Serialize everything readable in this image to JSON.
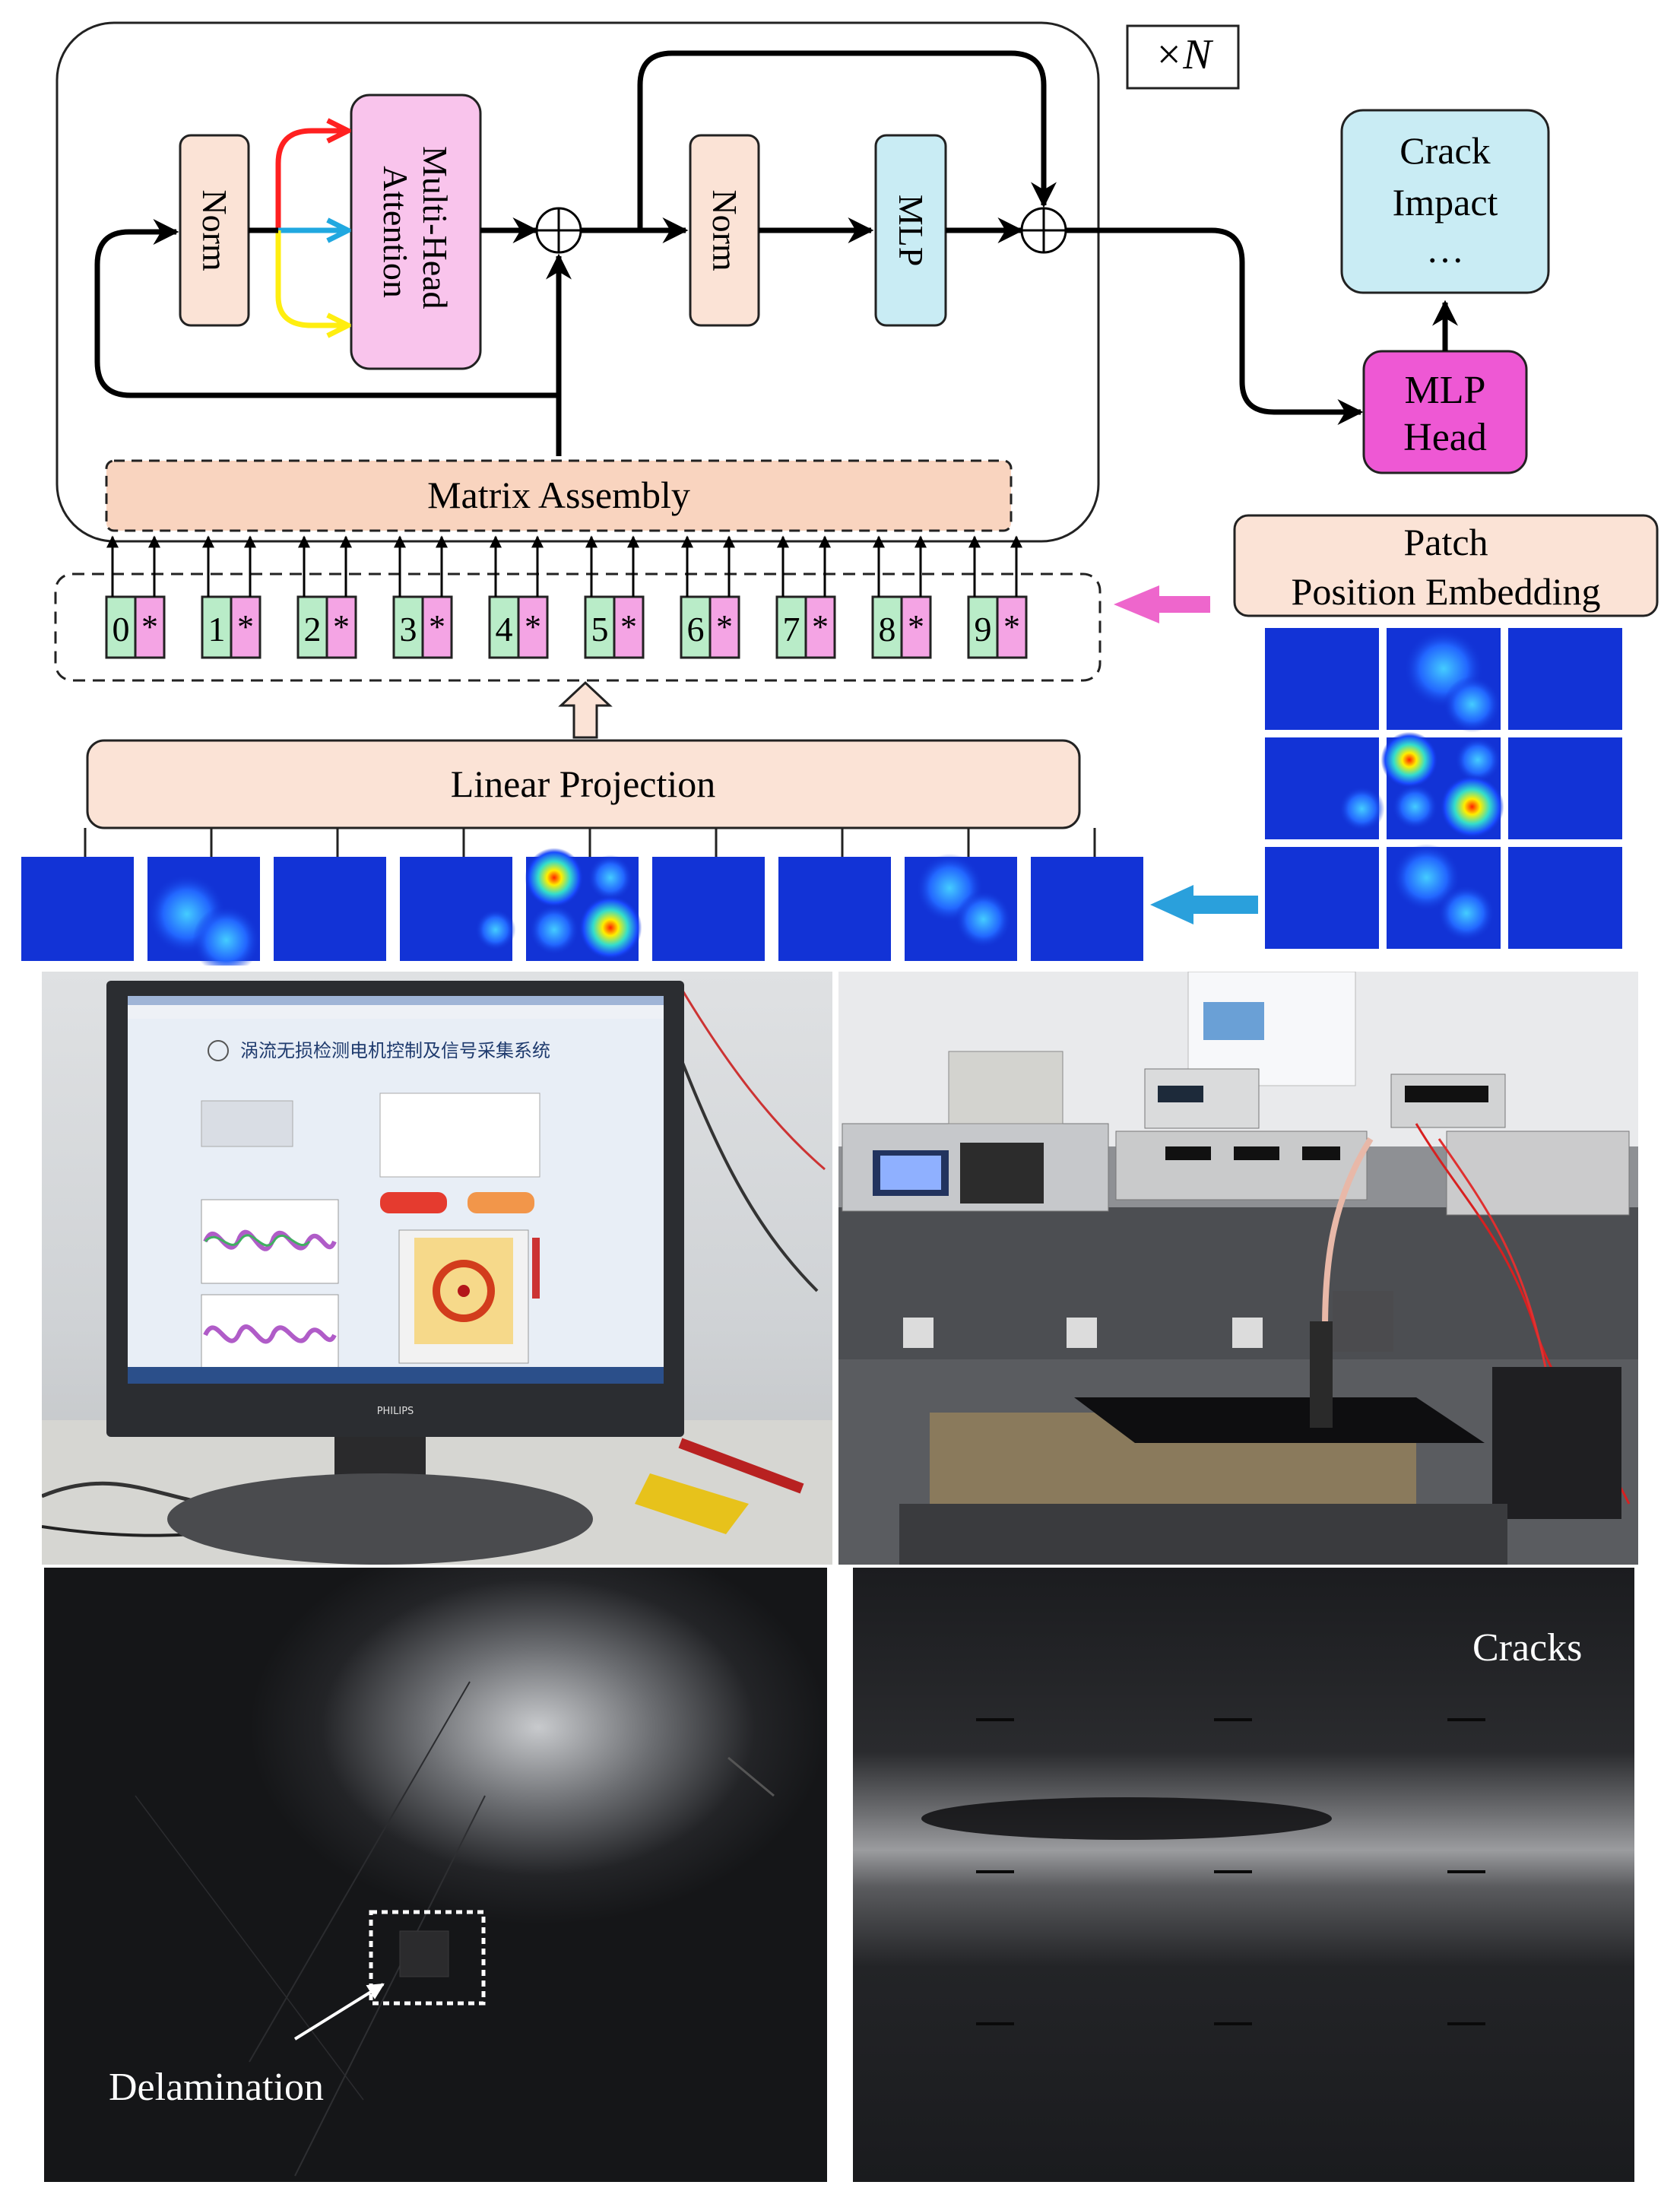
{
  "diagram": {
    "repeat_label": "×N",
    "norm_label": "Norm",
    "attention_label": "Multi-Head Attention",
    "mlp_label": "MLP",
    "output_label": [
      "Crack",
      "Impact",
      "…"
    ],
    "mlp_head_label": [
      "MLP",
      "Head"
    ],
    "matrix_assembly_label": "Matrix Assembly",
    "patch_embedding_label": [
      "Patch",
      "Position Embedding"
    ],
    "linear_projection_label": "Linear Projection",
    "tokens": [
      {
        "index": "0",
        "marker": "*"
      },
      {
        "index": "1",
        "marker": "*"
      },
      {
        "index": "2",
        "marker": "*"
      },
      {
        "index": "3",
        "marker": "*"
      },
      {
        "index": "4",
        "marker": "*"
      },
      {
        "index": "5",
        "marker": "*"
      },
      {
        "index": "6",
        "marker": "*"
      },
      {
        "index": "7",
        "marker": "*"
      },
      {
        "index": "8",
        "marker": "*"
      },
      {
        "index": "9",
        "marker": "*"
      }
    ],
    "colors": {
      "norm_fill": "#fbe3d6",
      "attention_fill": "#f9c4ec",
      "mlp_fill": "#c9ecf4",
      "head_fill": "#ee58d4",
      "matrix_fill": "#f9d4bf",
      "token_green": "#b9ecc8",
      "token_pink": "#f4a4e4",
      "arrow_red": "#ff2020",
      "arrow_blue": "#20a8e0",
      "arrow_yellow": "#ffee10",
      "pink_arrow": "#ee66cc",
      "blue_arrow": "#2aa0dc"
    }
  },
  "photos": {
    "monitor_brand": "PHILIPS",
    "software_title": "涡流无损检测电机控制及信号采集系统",
    "cracks_label": "Cracks",
    "delamination_label": "Delamination"
  }
}
